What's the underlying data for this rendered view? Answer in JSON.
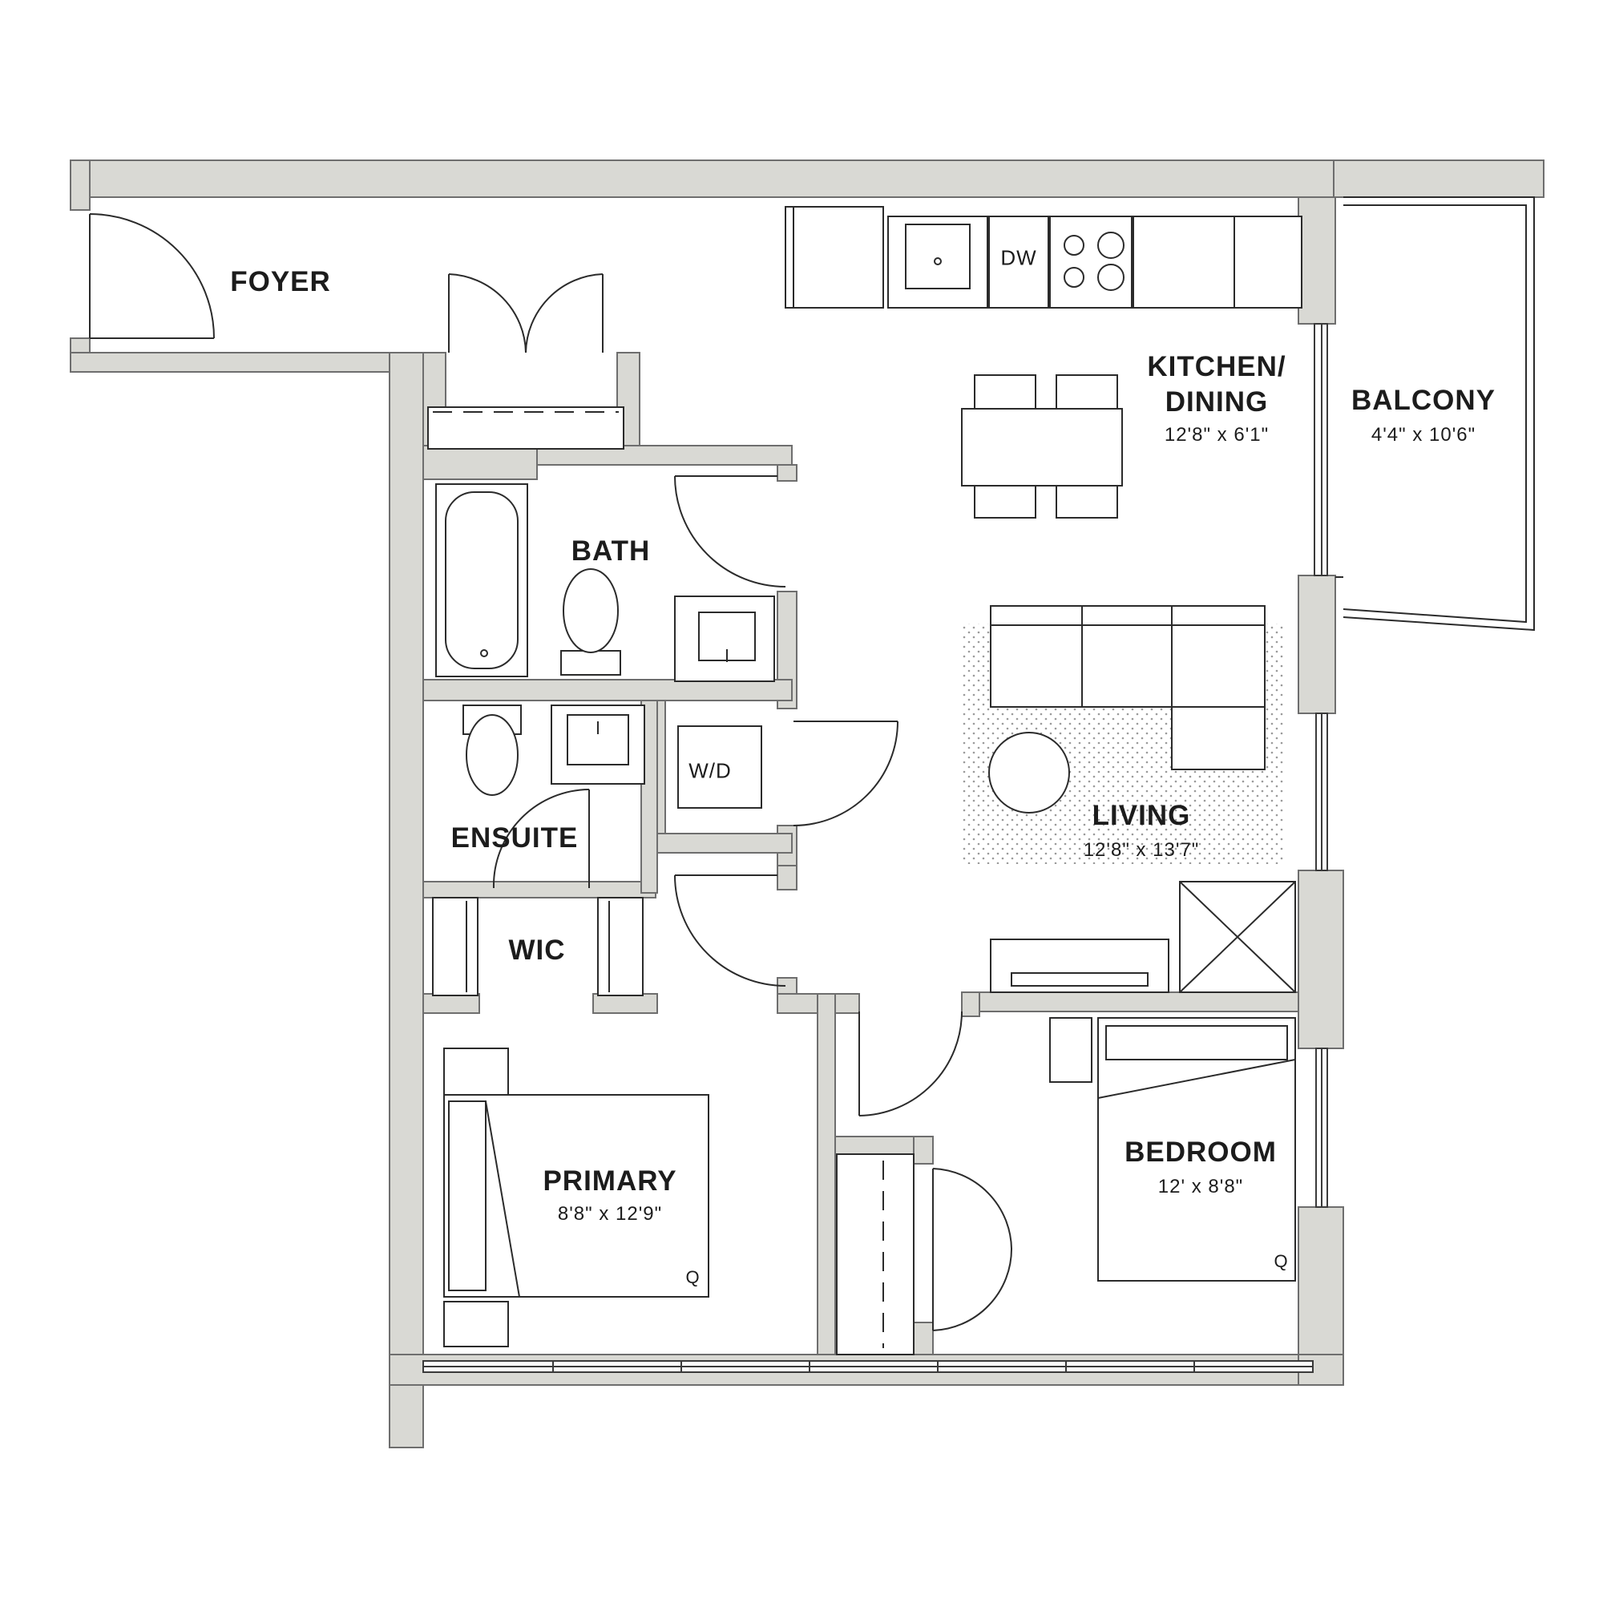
{
  "rooms": {
    "foyer": {
      "name": "FOYER"
    },
    "kitchen": {
      "name_line1": "KITCHEN/",
      "name_line2": "DINING",
      "dims": "12'8\" x 6'1\""
    },
    "balcony": {
      "name": "BALCONY",
      "dims": "4'4\" x 10'6\""
    },
    "bath": {
      "name": "BATH"
    },
    "ensuite": {
      "name": "ENSUITE"
    },
    "wic": {
      "name": "WIC"
    },
    "living": {
      "name": "LIVING",
      "dims": "12'8\" x 13'7\""
    },
    "primary": {
      "name": "PRIMARY",
      "dims": "8'8\" x 12'9\""
    },
    "bedroom": {
      "name": "BEDROOM",
      "dims": "12' x 8'8\""
    }
  },
  "appliances": {
    "dishwasher": "DW",
    "washer_dryer": "W/D",
    "bed_size": "Q"
  },
  "colors": {
    "wall": "#d9d9d4",
    "line": "#2b2b2b",
    "text": "#1c1c1c"
  }
}
